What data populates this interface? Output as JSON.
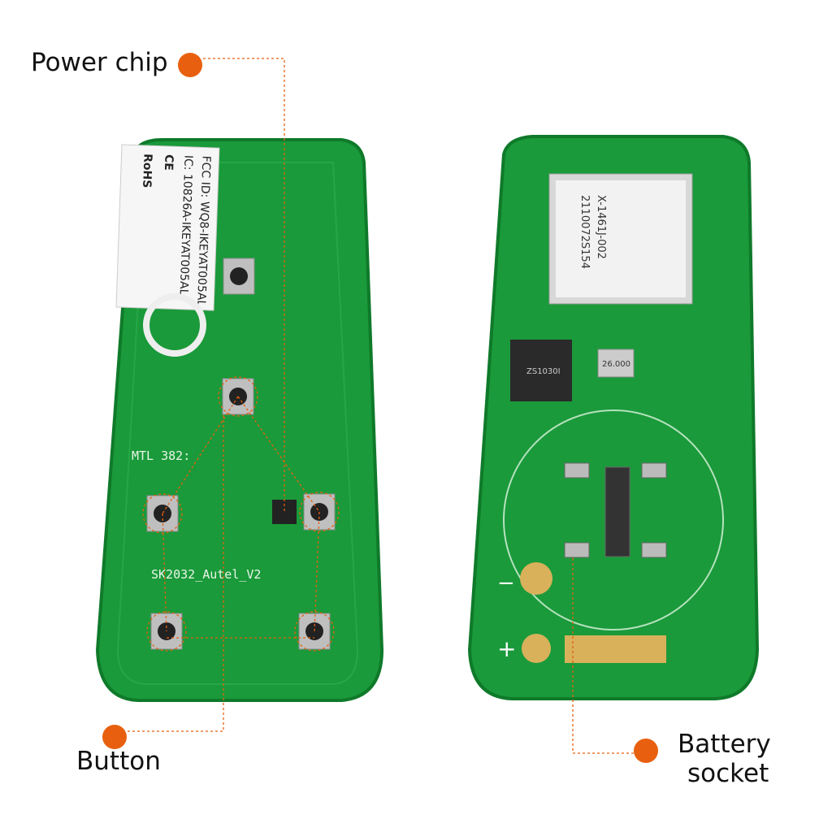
{
  "colors": {
    "pcb": "#1a9a3a",
    "pcb_edge": "#0f7a2a",
    "accent": "#e8600f",
    "pad": "#d8b15a"
  },
  "callouts": {
    "power_chip": "Power chip",
    "button": "Button",
    "battery_line1": "Battery",
    "battery_line2": "socket"
  },
  "front_board": {
    "sticker_line1": "FCC ID: WQ8-IKEYAT005AL",
    "sticker_line2": "IC: 10826A-IKEYAT005AL",
    "sticker_ce": "CE",
    "sticker_rohs": "RoHS",
    "silk_mtl": "MTL 382:",
    "silk_model": "SK2032_Autel_V2"
  },
  "back_board": {
    "module_line1": "X-1461J-002",
    "module_line2": "2110072S154",
    "crystal": "26.000",
    "chip_text": "ZS1030I",
    "plus": "+",
    "minus": "−"
  }
}
